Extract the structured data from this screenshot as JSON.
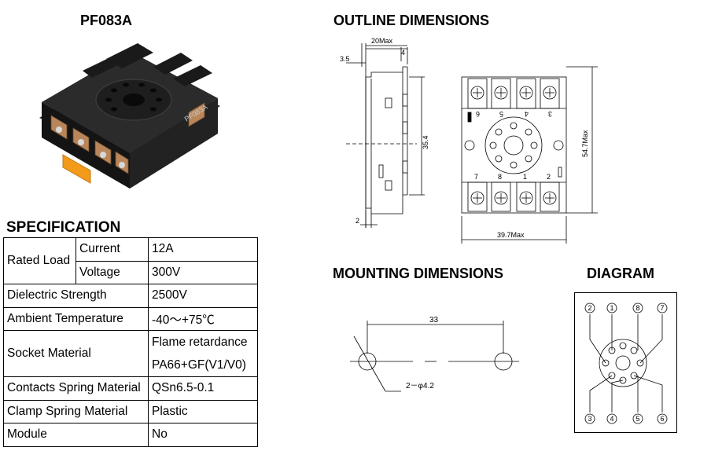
{
  "product": {
    "model": "PF083A",
    "body_text": "PF083A"
  },
  "sections": {
    "specification": "SPECIFICATION",
    "outline": "OUTLINE DIMENSIONS",
    "mounting": "MOUNTING DIMENSIONS",
    "diagram": "DIAGRAM"
  },
  "specification": {
    "rated_load": {
      "label": "Rated Load",
      "current_label": "Current",
      "current_value": "12A",
      "voltage_label": "Voltage",
      "voltage_value": "300V"
    },
    "rows": [
      {
        "label": "Dielectric Strength",
        "value": "2500V"
      },
      {
        "label": "Ambient Temperature",
        "value": "-40～+75℃"
      }
    ],
    "socket_material": {
      "label": "Socket Material",
      "value_line1": "Flame retardance",
      "value_line2": "PA66+GF(V1/V0)"
    },
    "rows_after": [
      {
        "label": "Contacts Spring Material",
        "value": "QSn6.5-0.1"
      },
      {
        "label": "Clamp Spring Material",
        "value": "Plastic"
      },
      {
        "label": "Module",
        "value": "No"
      }
    ]
  },
  "outline": {
    "dim_20max": "20Max",
    "dim_4": "4",
    "dim_3_5": "3.5",
    "dim_35_4": "35.4",
    "dim_2": "2",
    "dim_54_7max": "54.7Max",
    "dim_39_7max": "39.7Max",
    "terminal_numbers_top": [
      "6",
      "5",
      "4",
      "3"
    ],
    "terminal_numbers_bottom": [
      "7",
      "8",
      "1",
      "2"
    ]
  },
  "mounting": {
    "dim_33": "33",
    "hole_spec": "2－φ4.2"
  },
  "diagram": {
    "top_pins": [
      "2",
      "1",
      "8",
      "7"
    ],
    "bottom_pins": [
      "3",
      "4",
      "5",
      "6"
    ]
  },
  "colors": {
    "socket_body": "#1c1c1c",
    "clip_orange": "#f29a1a",
    "terminal_copper": "#b8865a"
  }
}
